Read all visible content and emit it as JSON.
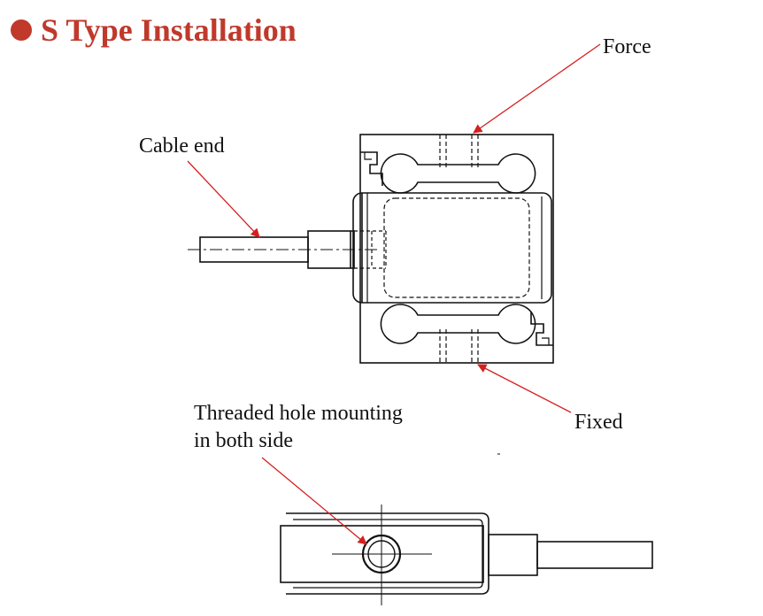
{
  "title": "S Type Installation",
  "colors": {
    "accent": "#c0392b",
    "line": "#111111",
    "arrow": "#d42020"
  },
  "labels": {
    "force": "Force",
    "cable_end": "Cable end",
    "fixed": "Fixed",
    "threaded_line1": "Threaded hole mounting",
    "threaded_line2": "in both side"
  }
}
